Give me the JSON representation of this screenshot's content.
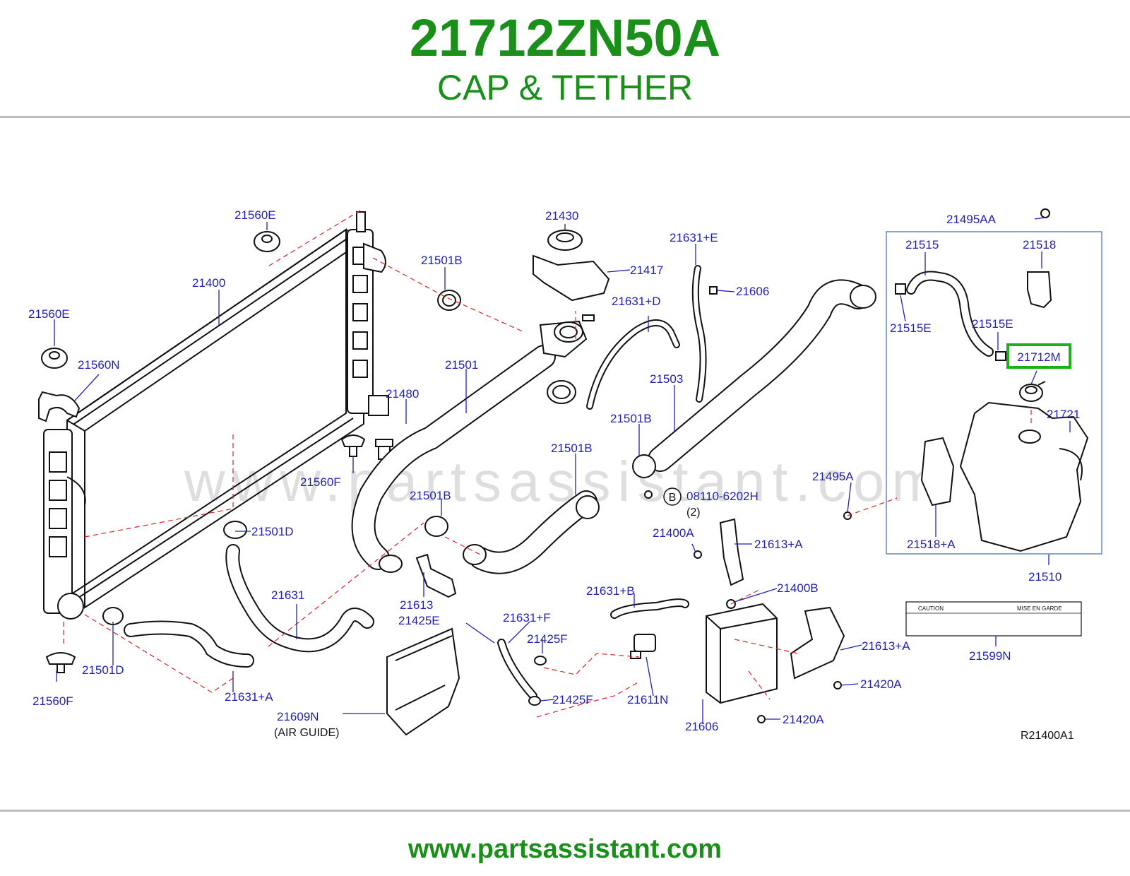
{
  "header": {
    "part_number": "21712ZN50A",
    "part_name": "CAP & TETHER"
  },
  "footer": {
    "url": "www.partsassistant.com"
  },
  "watermark": "www.partsassistant.com",
  "diagram": {
    "ref": "R21400A1",
    "highlight": {
      "label": "21712M",
      "color": "#19b219"
    },
    "labels": [
      "21560E",
      "21400",
      "21560E",
      "21560N",
      "21480",
      "21560F",
      "21501D",
      "21631",
      "21501D",
      "21560F",
      "21631+A",
      "21430",
      "21417",
      "21501B",
      "21501",
      "21631+D",
      "21631+E",
      "21606",
      "21503",
      "21501B",
      "21501B",
      "21501B",
      "21613",
      "21425E",
      "21609N",
      "21631+F",
      "21425F",
      "21425F",
      "21631+B",
      "21611N",
      "21400B",
      "21606",
      "21613+A",
      "21420A",
      "21420A",
      "21400A",
      "21613+A",
      "21495A",
      "21495AA",
      "21515",
      "21518",
      "21515E",
      "21515E",
      "21721",
      "21518+A",
      "21510",
      "21599N"
    ],
    "bolt_marker": "B",
    "bolt_code": "08110-6202H",
    "bolt_qty": "(2)",
    "air_guide_note": "(AIR   GUIDE)",
    "caution_label": {
      "left": "CAUTION",
      "right": "MISE   EN   GARDE"
    }
  }
}
